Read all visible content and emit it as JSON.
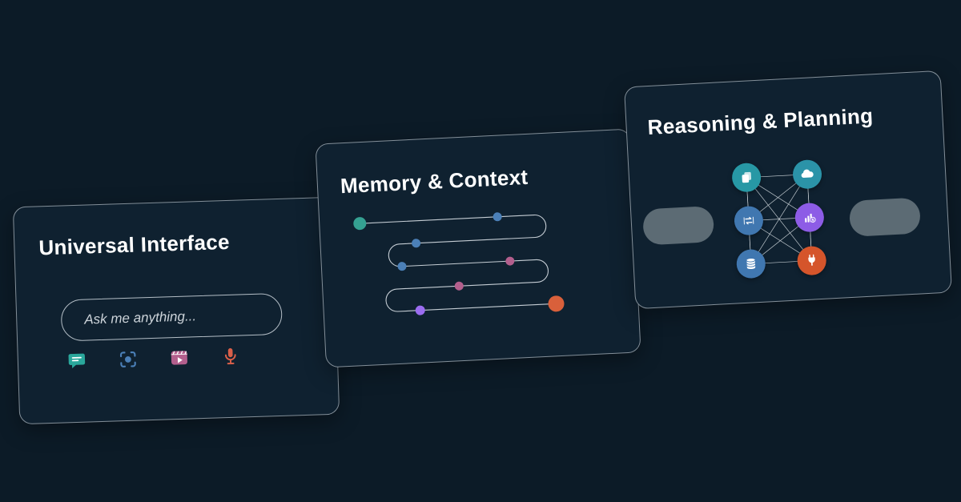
{
  "page": {
    "background": "#0c1b27",
    "card_background": "#0f2130"
  },
  "cards": {
    "universal_interface": {
      "title": "Universal Interface",
      "input": {
        "placeholder": "Ask me anything..."
      },
      "icons": [
        {
          "name": "chat-message-icon",
          "color": "#2aa79b"
        },
        {
          "name": "screenshot-capture-icon",
          "color": "#4b80b8"
        },
        {
          "name": "video-clip-icon",
          "color": "#b35f8d"
        },
        {
          "name": "microphone-icon",
          "color": "#d95f49"
        }
      ]
    },
    "memory_context": {
      "title": "Memory & Context",
      "path_color": "#c5cdd4",
      "dots": [
        {
          "name": "timeline-start-dot",
          "color": "#35a192"
        },
        {
          "name": "timeline-dot-1",
          "color": "#4b80b8"
        },
        {
          "name": "timeline-dot-2",
          "color": "#4b80b8"
        },
        {
          "name": "timeline-dot-3",
          "color": "#4b80b8"
        },
        {
          "name": "timeline-dot-4",
          "color": "#b35f8d"
        },
        {
          "name": "timeline-dot-5",
          "color": "#b35f8d"
        },
        {
          "name": "timeline-dot-6",
          "color": "#9b6df0"
        },
        {
          "name": "timeline-end-dot",
          "color": "#d9603b"
        }
      ]
    },
    "reasoning_planning": {
      "title": "Reasoning & Planning",
      "line_color": "#dfe6ea",
      "pill_color": "#5c6b74",
      "nodes": [
        {
          "name": "documents-node",
          "color": "#2798a5"
        },
        {
          "name": "cloud-node",
          "color": "#2b93a8"
        },
        {
          "name": "sync-node",
          "color": "#4077b0"
        },
        {
          "name": "analytics-node",
          "color": "#8d5ce6"
        },
        {
          "name": "database-node",
          "color": "#4077b0"
        },
        {
          "name": "plug-node",
          "color": "#d5552b"
        }
      ]
    }
  }
}
